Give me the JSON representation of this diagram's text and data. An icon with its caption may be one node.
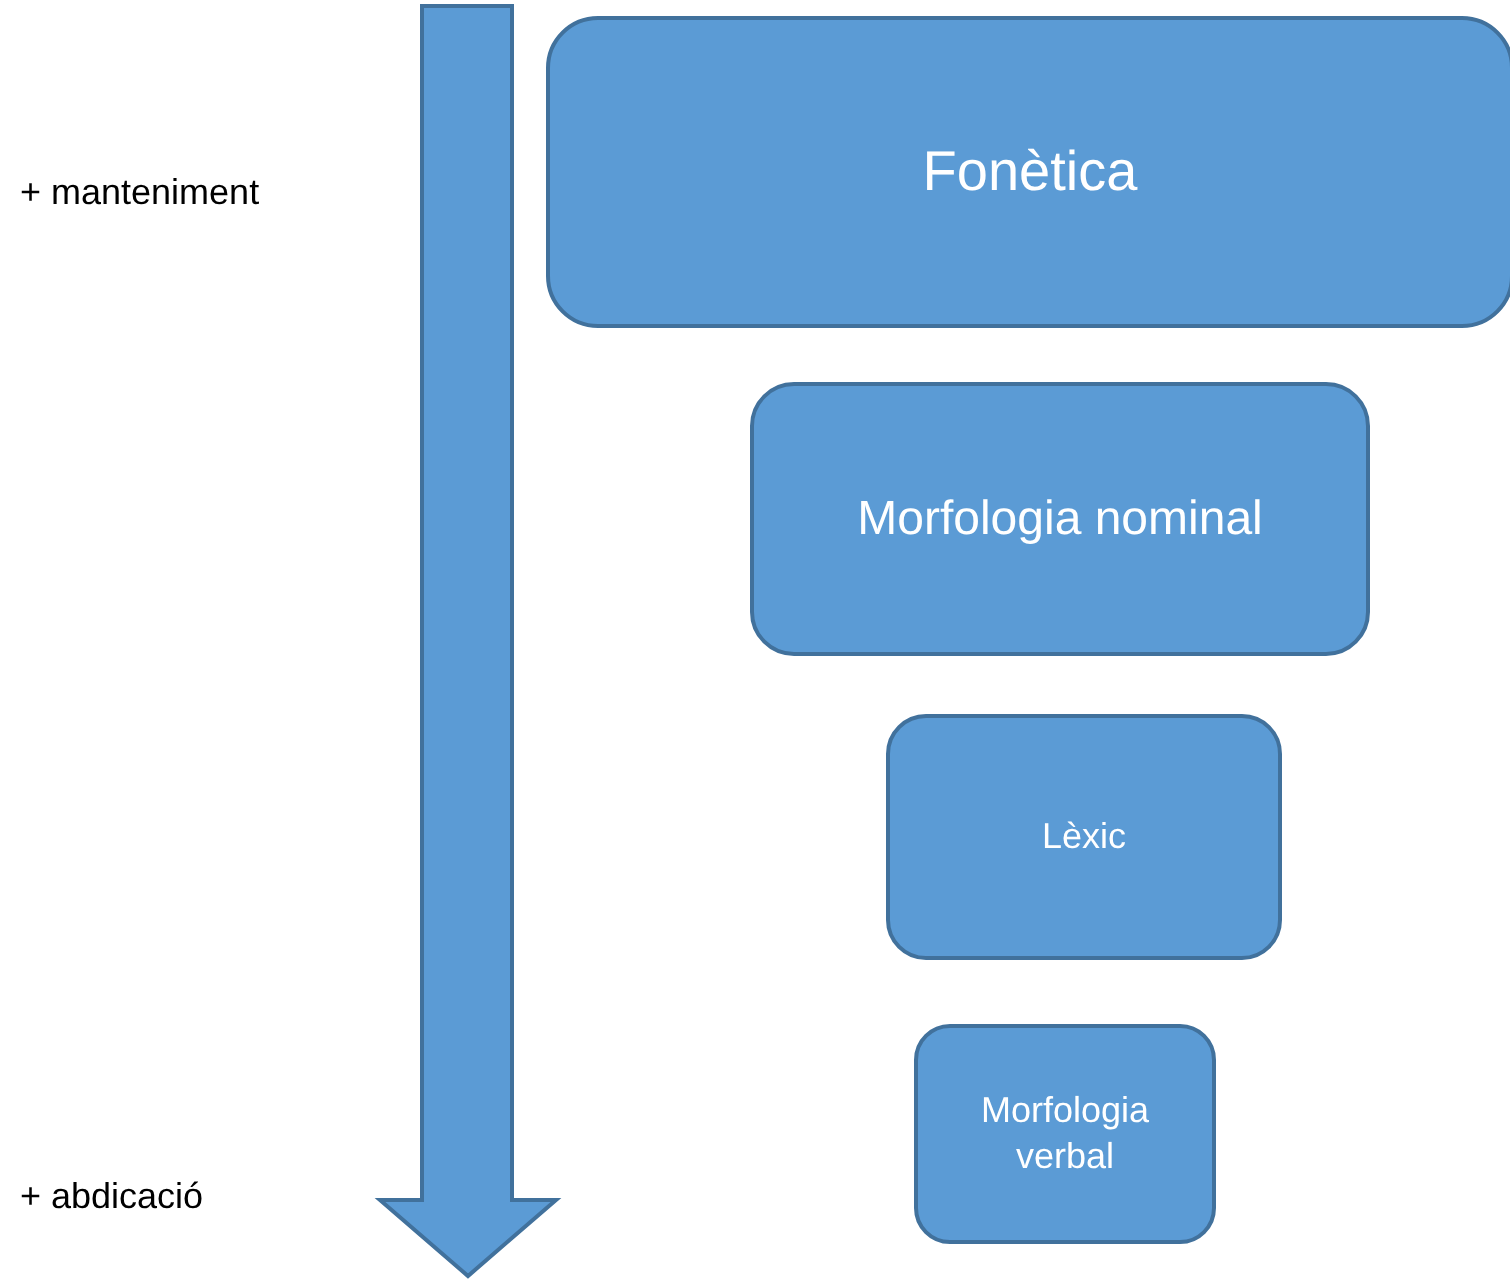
{
  "diagram": {
    "nodes": [
      {
        "text": [
          "Fonètica"
        ]
      },
      {
        "text": [
          "Morfologia nominal"
        ]
      },
      {
        "text": [
          "Lèxic"
        ]
      },
      {
        "text": [
          "Morfologia verbal"
        ]
      }
    ],
    "labels": [
      "+ manteniment",
      "+ abdicació"
    ]
  }
}
